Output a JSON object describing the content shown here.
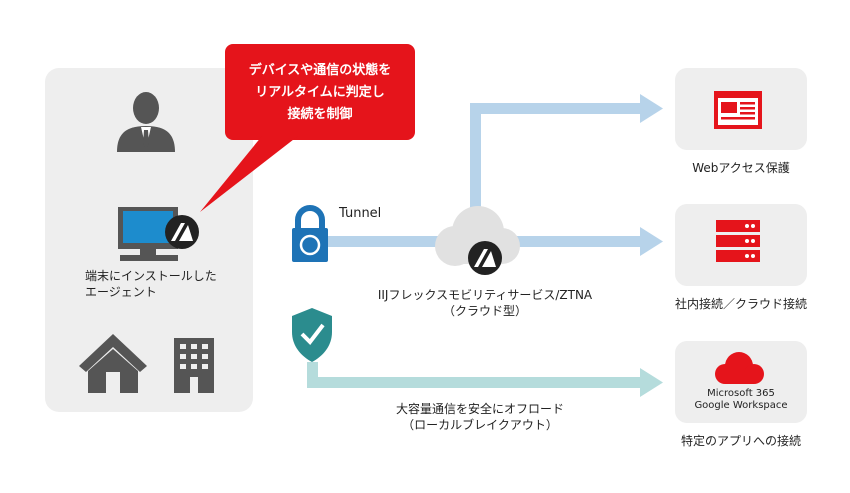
{
  "callout": {
    "lines": [
      "デバイスや通信の状態を",
      "リアルタイムに判定し",
      "接続を制御"
    ]
  },
  "left_panel": {
    "agent_label_lines": [
      "端末にインストールした",
      "エージェント"
    ]
  },
  "tunnel": {
    "label": "Tunnel"
  },
  "cloud": {
    "label_lines": [
      "IIJフレックスモビリティサービス/ZTNA",
      "（クラウド型）"
    ]
  },
  "offload": {
    "label_lines": [
      "大容量通信を安全にオフロード",
      "（ローカルブレイクアウト）"
    ]
  },
  "destinations": [
    {
      "label": "Webアクセス保護"
    },
    {
      "label": "社内接続／クラウド接続"
    },
    {
      "label": "特定のアプリへの接続",
      "box_lines": [
        "Microsoft 365",
        "Google Workspace"
      ]
    }
  ],
  "colors": {
    "accent_red": "#e5141b",
    "arrow_blue": "#b7d3ea",
    "arrow_teal": "#b5dcdc",
    "panel_gray": "#eeeeee",
    "icon_gray": "#555555",
    "lock_blue": "#1e73b6",
    "shield_teal": "#2b8c8e",
    "monitor_blue": "#1d8ccd"
  }
}
